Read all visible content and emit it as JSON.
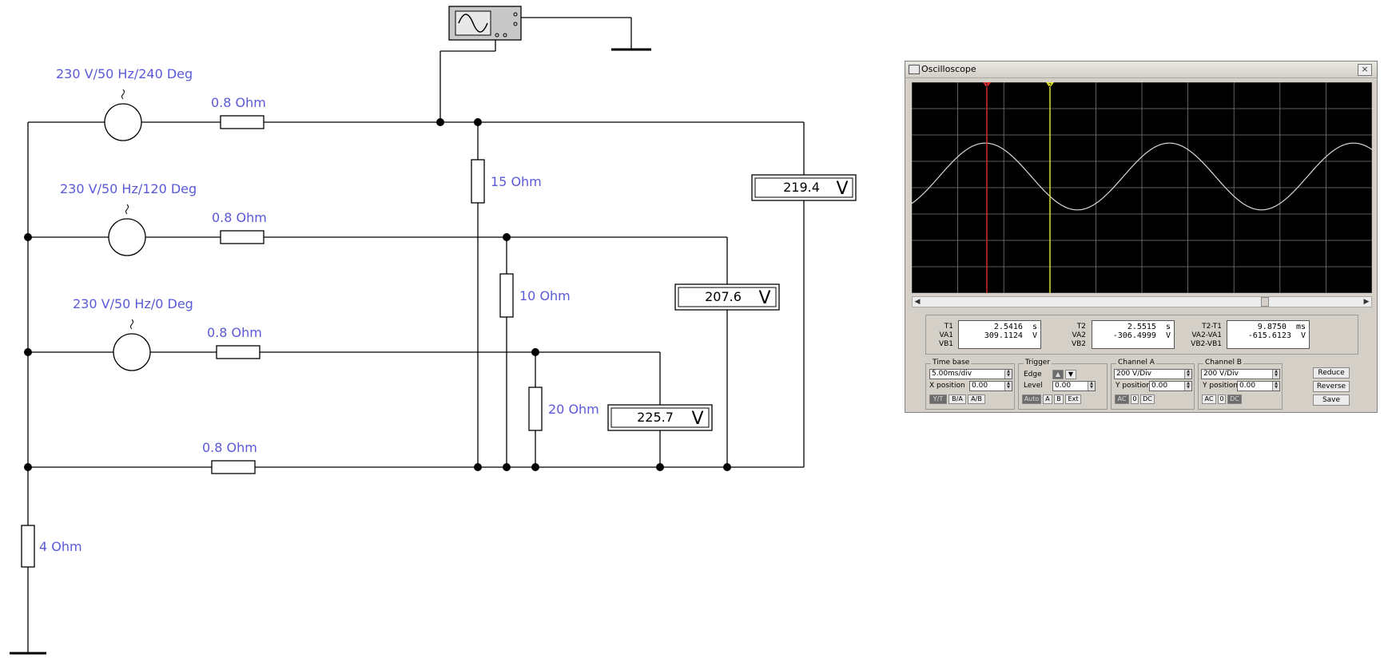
{
  "circuit": {
    "sources": [
      {
        "label": "230 V/50 Hz/240 Deg"
      },
      {
        "label": "230 V/50 Hz/120 Deg"
      },
      {
        "label": "230 V/50 Hz/0 Deg"
      }
    ],
    "line_resistors": [
      "0.8  Ohm",
      "0.8  Ohm",
      "0.8  Ohm",
      "0.8  Ohm"
    ],
    "load_resistors": [
      "15  Ohm",
      "10  Ohm",
      "20  Ohm"
    ],
    "ground_resistor": "4  Ohm",
    "voltmeters": [
      {
        "value": "219.4",
        "unit": "V"
      },
      {
        "value": "207.6",
        "unit": "V"
      },
      {
        "value": "225.7",
        "unit": "V"
      }
    ]
  },
  "oscilloscope": {
    "title": "Oscilloscope",
    "close": "×",
    "cursor1_marker": "1",
    "cursor2_marker": "2",
    "readouts": {
      "t1_label": "T1",
      "va1_label": "VA1",
      "vb1_label": "VB1",
      "t1": "2.5416  s",
      "va1": "309.1124  V",
      "t2_label": "T2",
      "va2_label": "VA2",
      "vb2_label": "VB2",
      "t2": "2.5515  s",
      "va2": "-306.4999  V",
      "dt_label": "T2-T1",
      "dva_label": "VA2-VA1",
      "dvb_label": "VB2-VB1",
      "dt": "9.8750  ms",
      "dva": "-615.6123  V"
    },
    "timebase": {
      "title": "Time base",
      "scale": "5.00ms/div",
      "xpos_label": "X position",
      "xpos": "0.00",
      "buttons": [
        "Y/T",
        "B/A",
        "A/B"
      ]
    },
    "trigger": {
      "title": "Trigger",
      "edge_label": "Edge",
      "level_label": "Level",
      "level": "0.00",
      "buttons": [
        "Auto",
        "A",
        "B",
        "Ext"
      ]
    },
    "channel_a": {
      "title": "Channel A",
      "scale": "200  V/Div",
      "ypos_label": "Y position",
      "ypos": "0.00",
      "buttons": [
        "AC",
        "0",
        "DC"
      ]
    },
    "channel_b": {
      "title": "Channel B",
      "scale": "200  V/Div",
      "ypos_label": "Y position",
      "ypos": "0.00",
      "buttons": [
        "AC",
        "0",
        "DC"
      ]
    },
    "side_buttons": [
      "Reduce",
      "Reverse",
      "Save"
    ],
    "trace": {
      "period_ms": 20,
      "amplitude_v": 325,
      "volts_per_div": 200,
      "ms_per_div": 5,
      "color": "#d8d8d8"
    }
  }
}
